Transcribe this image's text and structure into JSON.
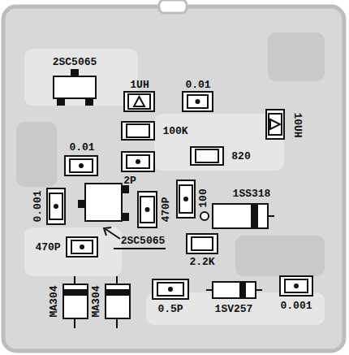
{
  "diagram": {
    "labels": [
      "2SC5065",
      "1UH",
      "0.01",
      "100K",
      "10UH",
      "0.01",
      "820",
      "2P",
      "0.001",
      "470P",
      "100",
      "1SS318",
      "470P",
      "2SC5065",
      "2.2K",
      "MA304",
      "MA304",
      "0.5P",
      "1SV257",
      "0.001"
    ]
  }
}
